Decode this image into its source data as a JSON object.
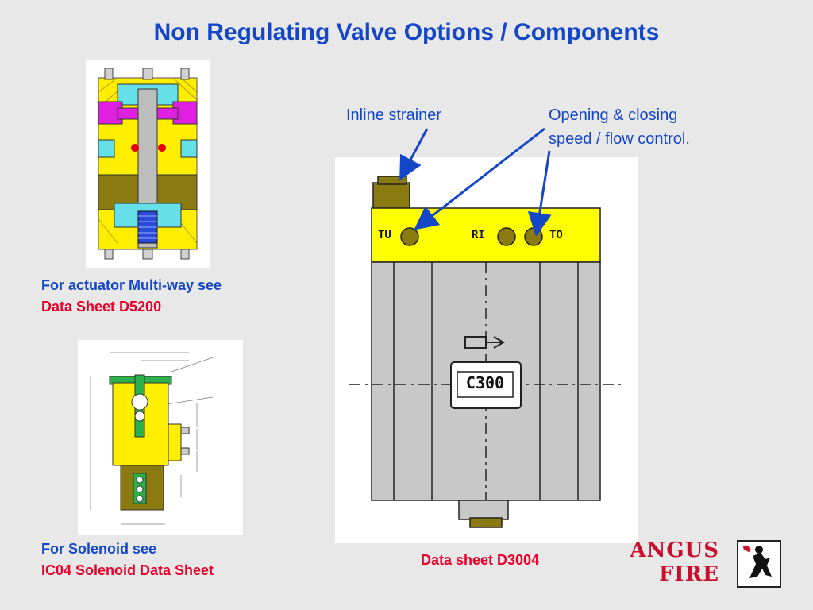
{
  "title": "Non Regulating Valve Options / Components",
  "captions": {
    "actuator_line1": "For actuator Multi-way see",
    "actuator_line2": "Data Sheet D5200",
    "solenoid_line1": "For Solenoid see",
    "solenoid_line2": "IC04 Solenoid Data Sheet",
    "data_sheet": "Data sheet D3004"
  },
  "callouts": {
    "inline_strainer": "Inline strainer",
    "opening_line1": "Opening & closing",
    "opening_line2": "speed / flow control."
  },
  "valve_drawing": {
    "port_left": "TU",
    "port_mid": "RI",
    "port_right": "TO",
    "body_label": "C300"
  },
  "logo": {
    "line1": "ANGUS",
    "line2": "FIRE"
  },
  "colors": {
    "title_blue": "#1447c8",
    "caption_red": "#e8002a",
    "valve_yellow": "#ffff00",
    "valve_gray": "#c8c8c8",
    "logo_red": "#c8102e"
  }
}
